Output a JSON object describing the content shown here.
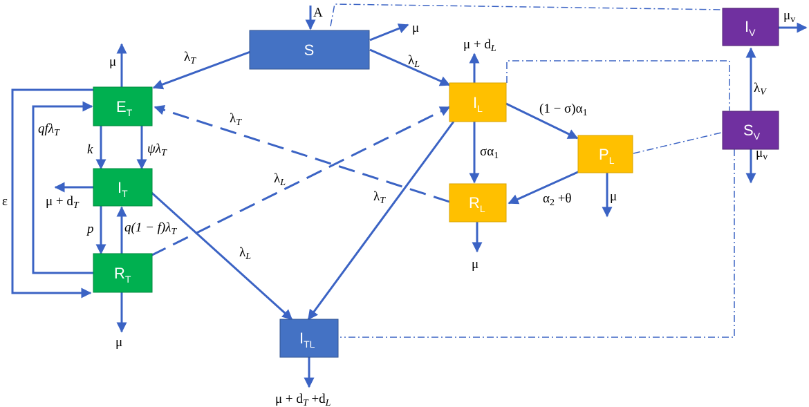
{
  "colors": {
    "arrow": "#3b63c4",
    "human_box": "#4472c4",
    "tb_box": "#00b050",
    "leish_box": "#ffc000",
    "vector_box": "#7030a0"
  },
  "compartments": {
    "S": {
      "main": "S",
      "sub": ""
    },
    "ET": {
      "main": "E",
      "sub": "T"
    },
    "IT": {
      "main": "I",
      "sub": "T"
    },
    "RT": {
      "main": "R",
      "sub": "T"
    },
    "IL": {
      "main": "I",
      "sub": "L"
    },
    "RL": {
      "main": "R",
      "sub": "L"
    },
    "PL": {
      "main": "P",
      "sub": "L"
    },
    "ITL": {
      "main": "I",
      "sub": "TL"
    },
    "IV": {
      "main": "I",
      "sub": "V"
    },
    "SV": {
      "main": "S",
      "sub": "V"
    }
  },
  "rates": {
    "recruitment": "A",
    "mu_S": "μ",
    "lambda_T_S": "λ",
    "lambda_T_S_sub": "T",
    "lambda_L_S": "λ",
    "lambda_L_S_sub": "L",
    "mu_ET": "μ",
    "k": "k",
    "psi_lambda": "ψλ",
    "psi_lambda_sub": "T",
    "qf_lambda": "qfλ",
    "qf_lambda_sub": "T",
    "epsilon": "ε",
    "mu_dT": "μ + d",
    "mu_dT_sub": "T",
    "p": "p",
    "q1f_lambda": "q(1 − f)λ",
    "q1f_lambda_sub": "T",
    "mu_RT": "μ",
    "lambda_T_back": "λ",
    "lambda_T_back_sub": "T",
    "lambda_L_dash": "λ",
    "lambda_L_dash_sub": "L",
    "lambda_L_IT": "λ",
    "lambda_L_IT_sub": "L",
    "lambda_T_IL": "λ",
    "lambda_T_IL_sub": "T",
    "mu_dL": "μ + d",
    "mu_dL_sub": "L",
    "one_minus_sigma": "(1 − σ)α",
    "one_minus_sigma_sub": "1",
    "sigma_alpha": "σα",
    "sigma_alpha_sub": "1",
    "alpha2_theta": "α",
    "alpha2_theta_sub": "2",
    "alpha2_theta_rest": " +θ",
    "mu_PL": "μ",
    "mu_RL": "μ",
    "mu_ITL": "μ + d",
    "mu_ITL_sub1": "T",
    "mu_ITL_mid": " +d",
    "mu_ITL_sub2": "L",
    "mu_v_IV": "μ",
    "mu_v_IV_sub": "v",
    "mu_v_SV": "μ",
    "mu_v_SV_sub": "v",
    "lambda_V": "λ",
    "lambda_V_sub": "V"
  }
}
